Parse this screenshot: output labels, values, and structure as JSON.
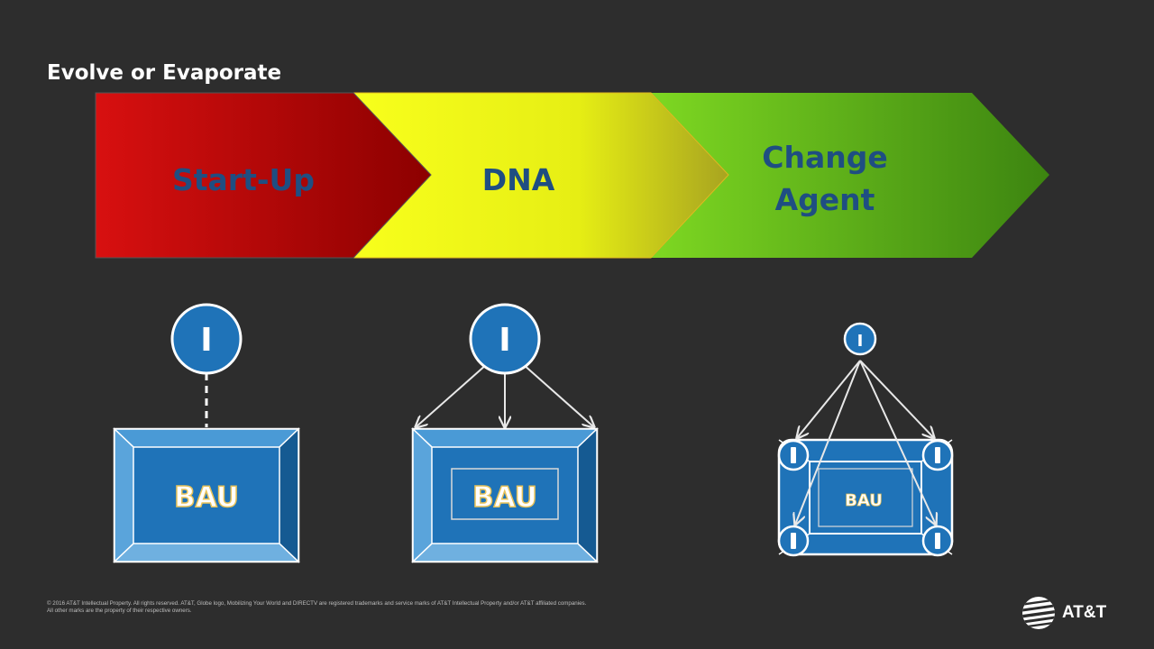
{
  "slide": {
    "title": "Evolve or Evaporate"
  },
  "chevrons": [
    {
      "label": "Start-Up",
      "colors": [
        "#d81010",
        "#8c0000"
      ]
    },
    {
      "label": "DNA",
      "colors": [
        "#f5ff1a",
        "#b8b020"
      ]
    },
    {
      "label_line1": "Change",
      "label_line2": "Agent",
      "colors": [
        "#78d020",
        "#3f8a10"
      ]
    }
  ],
  "stages": [
    {
      "box_label": "BAU",
      "icon_label": "I"
    },
    {
      "box_label": "BAU",
      "icon_label": "I"
    },
    {
      "box_label": "BAU",
      "icon_label": "I"
    }
  ],
  "colors": {
    "background": "#2d2d2d",
    "box_blue": "#1f73b8",
    "text_blue": "#1f4e82"
  },
  "footer": {
    "text": "© 2016 AT&T Intellectual Property. All rights reserved. AT&T, Globe logo, Mobilizing Your World and DIRECTV are registered trademarks and service marks of AT&T Intellectual Property and/or AT&T affiliated companies. All other marks are the property of their respective owners."
  },
  "brand": {
    "name": "AT&T",
    "icon": "att-globe-icon"
  }
}
